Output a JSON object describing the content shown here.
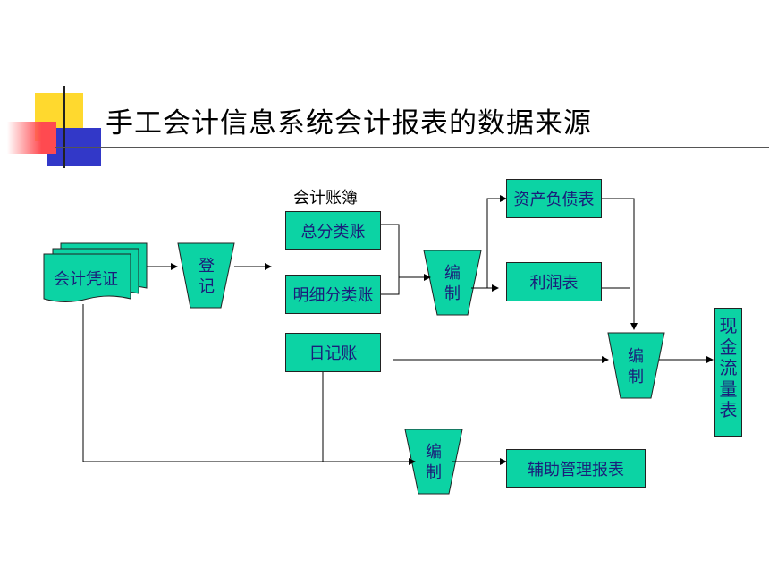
{
  "title": "手工会计信息系统会计报表的数据来源",
  "ledger_group_label": "会计账簿",
  "nodes": {
    "voucher": "会计凭证",
    "register": "登记",
    "general_ledger": "总分类账",
    "detail_ledger": "明细分类账",
    "journal": "日记账",
    "compile_1": "编制",
    "compile_2": "编制",
    "compile_3": "编制",
    "balance_sheet": "资产负债表",
    "income_statement": "利润表",
    "cash_flow_statement": "现金流量表",
    "auxiliary_reports": "辅助管理报表"
  },
  "colors": {
    "box_fill": "#0cd3a4",
    "text": "#1a1d7a",
    "deco_yellow": "#ffd92e",
    "deco_blue": "#3238c8",
    "deco_red": "#ff4a50"
  }
}
